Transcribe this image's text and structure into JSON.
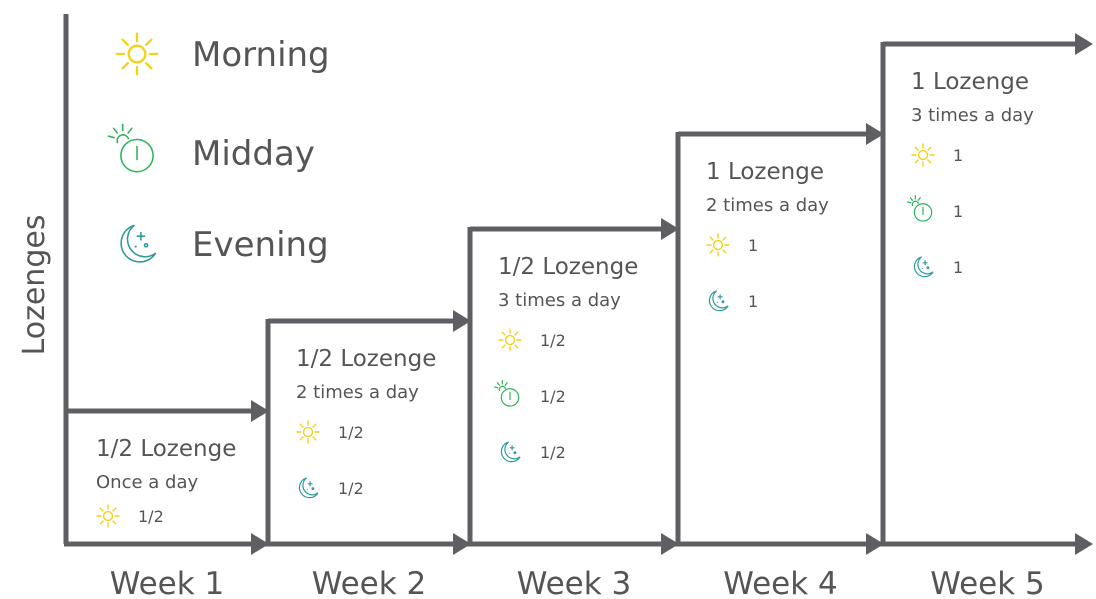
{
  "axis": {
    "y_label": "Lozenges",
    "line_color": "#5f5f63"
  },
  "colors": {
    "morning": "#f2d21a",
    "midday": "#2fb35a",
    "evening": "#2f9a9a",
    "text": "#555555"
  },
  "legend": [
    {
      "key": "morning",
      "icon": "sun-icon",
      "label": "Morning"
    },
    {
      "key": "midday",
      "icon": "clock-icon",
      "label": "Midday"
    },
    {
      "key": "evening",
      "icon": "moon-icon",
      "label": "Evening"
    }
  ],
  "weeks": [
    {
      "label": "Week 1",
      "dose": "1/2 Lozenge",
      "frequency": "Once a day",
      "doses": [
        {
          "icon": "sun-icon",
          "key": "morning",
          "amount": "1/2"
        }
      ]
    },
    {
      "label": "Week 2",
      "dose": "1/2 Lozenge",
      "frequency": "2 times a day",
      "doses": [
        {
          "icon": "sun-icon",
          "key": "morning",
          "amount": "1/2"
        },
        {
          "icon": "moon-icon",
          "key": "evening",
          "amount": "1/2"
        }
      ]
    },
    {
      "label": "Week 3",
      "dose": "1/2 Lozenge",
      "frequency": "3 times a day",
      "doses": [
        {
          "icon": "sun-icon",
          "key": "morning",
          "amount": "1/2"
        },
        {
          "icon": "clock-icon",
          "key": "midday",
          "amount": "1/2"
        },
        {
          "icon": "moon-icon",
          "key": "evening",
          "amount": "1/2"
        }
      ]
    },
    {
      "label": "Week 4",
      "dose": "1 Lozenge",
      "frequency": "2 times a day",
      "doses": [
        {
          "icon": "sun-icon",
          "key": "morning",
          "amount": "1"
        },
        {
          "icon": "moon-icon",
          "key": "evening",
          "amount": "1"
        }
      ]
    },
    {
      "label": "Week 5",
      "dose": "1 Lozenge",
      "frequency": "3 times a day",
      "doses": [
        {
          "icon": "sun-icon",
          "key": "morning",
          "amount": "1"
        },
        {
          "icon": "clock-icon",
          "key": "midday",
          "amount": "1"
        },
        {
          "icon": "moon-icon",
          "key": "evening",
          "amount": "1"
        }
      ]
    }
  ]
}
